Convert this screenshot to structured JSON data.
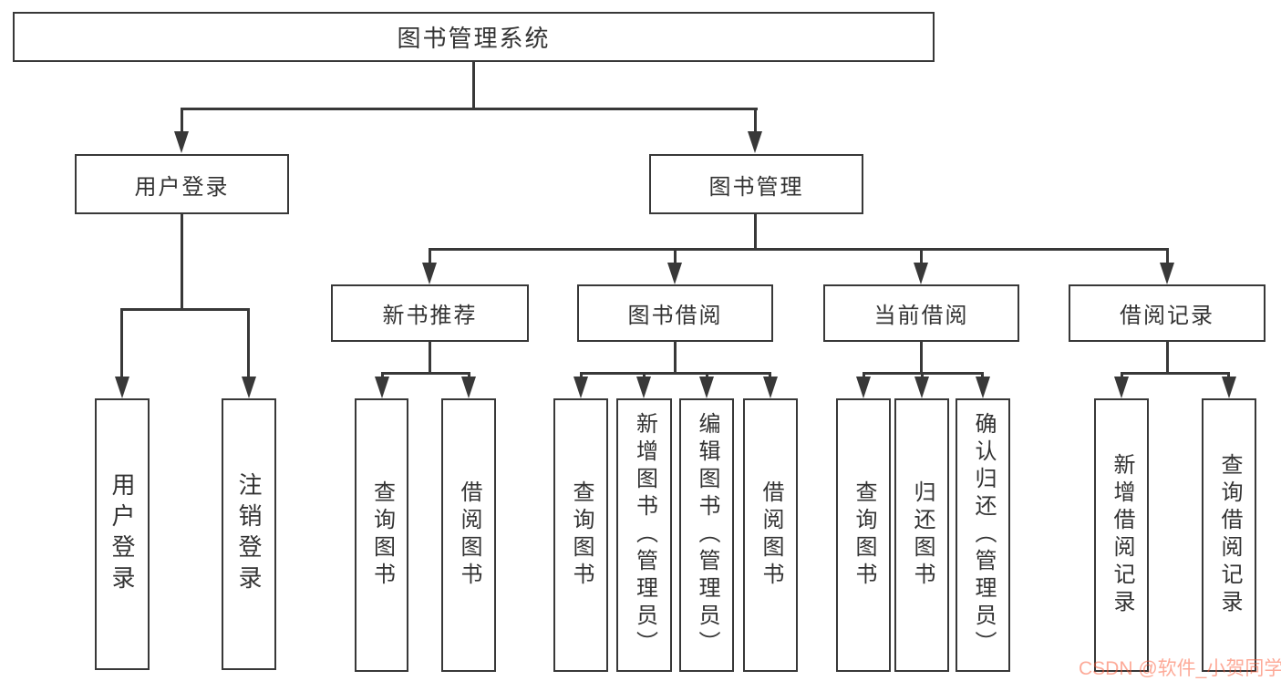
{
  "diagram": {
    "root": {
      "label": "图书管理系统"
    },
    "level2": [
      {
        "label": "用户登录"
      },
      {
        "label": "图书管理"
      }
    ],
    "level3": [
      {
        "label": "新书推荐"
      },
      {
        "label": "图书借阅"
      },
      {
        "label": "当前借阅"
      },
      {
        "label": "借阅记录"
      }
    ],
    "leaves": {
      "user_login": [
        {
          "label": "用户登录"
        },
        {
          "label": "注销登录"
        }
      ],
      "new_books": [
        {
          "label": "查询图书"
        },
        {
          "label": "借阅图书"
        }
      ],
      "book_borrow": [
        {
          "label": "查询图书"
        },
        {
          "label": "新增图书（管理员）"
        },
        {
          "label": "编辑图书（管理员）"
        },
        {
          "label": "借阅图书"
        }
      ],
      "current_borrow": [
        {
          "label": "查询图书"
        },
        {
          "label": "归还图书"
        },
        {
          "label": "确认归还（管理员）"
        }
      ],
      "borrow_records": [
        {
          "label": "新增借阅记录"
        },
        {
          "label": "查询借阅记录"
        }
      ]
    }
  },
  "watermark": {
    "text": "CSDN @软件_小贺同学"
  },
  "colors": {
    "line": "#383838",
    "text": "#333333",
    "watermark": "rgba(252,85,49,0.5)",
    "background": "#ffffff"
  }
}
